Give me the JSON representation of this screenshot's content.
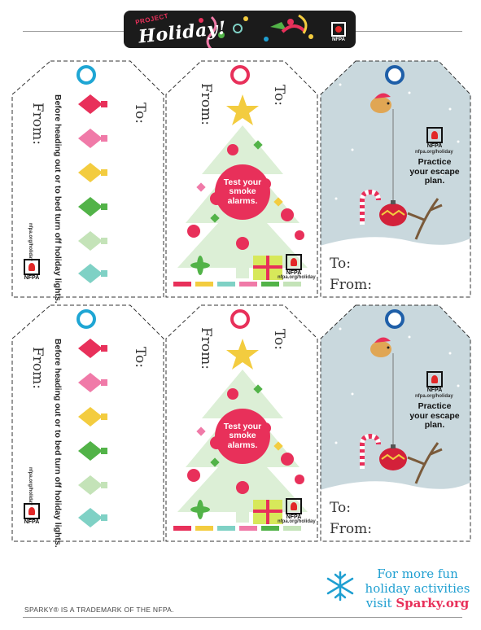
{
  "header": {
    "project_label": "PROJECT",
    "title": "Holiday!",
    "logo_text": "NFPA"
  },
  "tag_a": {
    "to_label": "To:",
    "from_label": "From:",
    "warning": "Before heading out or to bed turn off holiday lights.",
    "url": "nfpa.org/holiday",
    "logo": "NFPA",
    "ornament_colors": [
      "#e8305a",
      "#f07aa8",
      "#f3cc3f",
      "#52b348",
      "#c4e3b8",
      "#7fd1c5"
    ]
  },
  "tag_b": {
    "to_label": "To:",
    "from_label": "From:",
    "message": "Test your smoke alarms.",
    "logo": "NFPA",
    "url": "nfpa.org/holiday"
  },
  "tag_c": {
    "logo": "NFPA",
    "url": "nfpa.org/holiday",
    "message": "Practice your escape plan.",
    "to_label": "To:",
    "from_label": "From:"
  },
  "footer": {
    "trademark": "SPARKY® IS A TRADEMARK OF THE NFPA.",
    "more_line1": "For more fun",
    "more_line2": "holiday activities",
    "more_line3": "visit",
    "more_link": "Sparky.org"
  },
  "colors": {
    "pink": "#e8305a",
    "blue": "#1f9fd1",
    "tree": "#dcefd6",
    "sky": "#c9d8dd"
  }
}
